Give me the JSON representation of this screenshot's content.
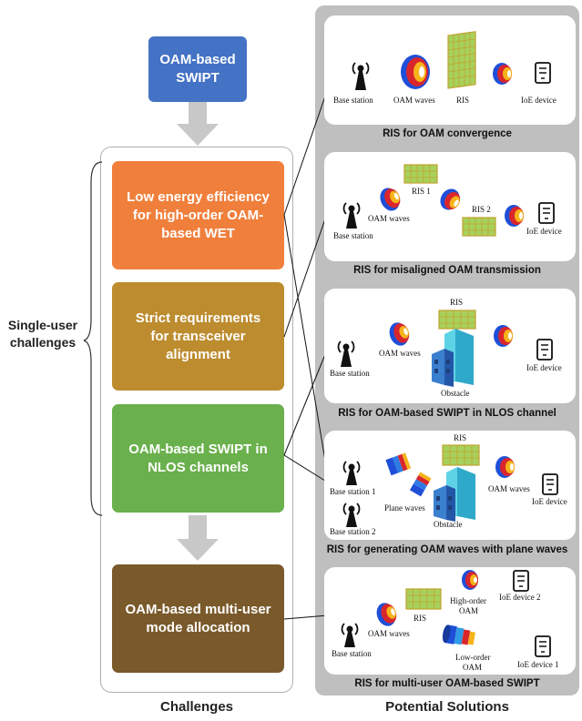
{
  "top_box": {
    "line1": "OAM-based",
    "line2": "SWIPT"
  },
  "side_label": {
    "line1": "Single-user",
    "line2": "challenges"
  },
  "challenges": [
    {
      "lines": [
        "Low energy efficiency",
        "for high-order OAM-",
        "based WET"
      ],
      "color": "#f07f3c"
    },
    {
      "lines": [
        "Strict requirements",
        "for transceiver",
        "alignment"
      ],
      "color": "#bd8c2f"
    },
    {
      "lines": [
        "OAM-based SWIPT in",
        "NLOS channels"
      ],
      "color": "#6ab04c"
    },
    {
      "lines": [
        "OAM-based multi-user",
        "mode allocation"
      ],
      "color": "#7a5a2b"
    }
  ],
  "footer": {
    "challenges": "Challenges",
    "solutions": "Potential Solutions"
  },
  "colors": {
    "top_box": "#4472c4",
    "panel_bg": "#bfbfbf",
    "arrow": "#c8c8c8",
    "ris": "#a7d15c"
  },
  "panels": [
    {
      "caption": "RIS for OAM convergence",
      "labels": {
        "bs": "Base station",
        "oam": "OAM waves",
        "ris": "RIS",
        "ioe": "IoE device"
      }
    },
    {
      "caption": "RIS for misaligned OAM transmission",
      "labels": {
        "ris1": "RIS 1",
        "ris2": "RIS 2",
        "oam": "OAM waves",
        "bs": "Base station",
        "ioe": "IoE device"
      }
    },
    {
      "caption": "RIS for OAM-based SWIPT in NLOS channel",
      "labels": {
        "ris": "RIS",
        "oam": "OAM waves",
        "bs": "Base station",
        "obstacle": "Obstacle",
        "ioe": "IoE device"
      }
    },
    {
      "caption": "RIS for generating OAM waves with plane waves",
      "labels": {
        "ris": "RIS",
        "bs1": "Base station 1",
        "plane": "Plane waves",
        "bs2": "Base station 2",
        "obstacle": "Obstacle",
        "oam": "OAM waves",
        "ioe": "IoE device"
      }
    },
    {
      "caption": "RIS for multi-user OAM-based SWIPT",
      "labels": {
        "ris": "RIS",
        "high": "High-order",
        "high2": "OAM",
        "ioe2": "IoE device 2",
        "oam": "OAM waves",
        "bs": "Base station",
        "low": "Low-order",
        "low2": "OAM",
        "ioe1": "IoE device 1"
      }
    }
  ]
}
